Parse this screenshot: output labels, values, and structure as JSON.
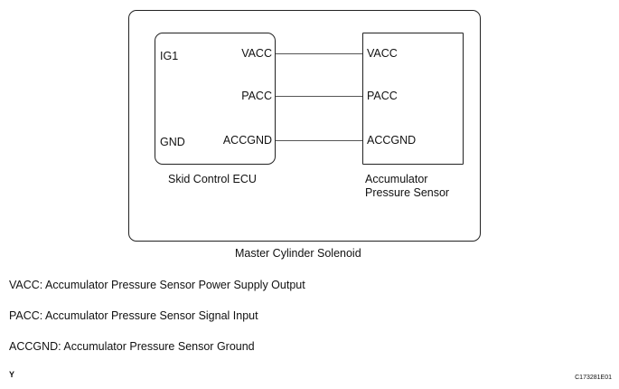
{
  "diagram": {
    "master": {
      "caption": "Master Cylinder Solenoid"
    },
    "ecu": {
      "caption": "Skid Control ECU",
      "pins": {
        "ig1": "IG1",
        "gnd": "GND",
        "vacc": "VACC",
        "pacc": "PACC",
        "accgnd": "ACCGND"
      }
    },
    "sensor": {
      "caption_line1": "Accumulator",
      "caption_line2": "Pressure Sensor",
      "pins": {
        "vacc": "VACC",
        "pacc": "PACC",
        "accgnd": "ACCGND"
      }
    }
  },
  "legend": [
    "VACC: Accumulator Pressure Sensor Power Supply Output",
    "PACC: Accumulator Pressure Sensor Signal Input",
    "ACCGND: Accumulator Pressure Sensor Ground"
  ],
  "footer": {
    "left_mark": "Y",
    "figure_code": "C173281E01"
  }
}
